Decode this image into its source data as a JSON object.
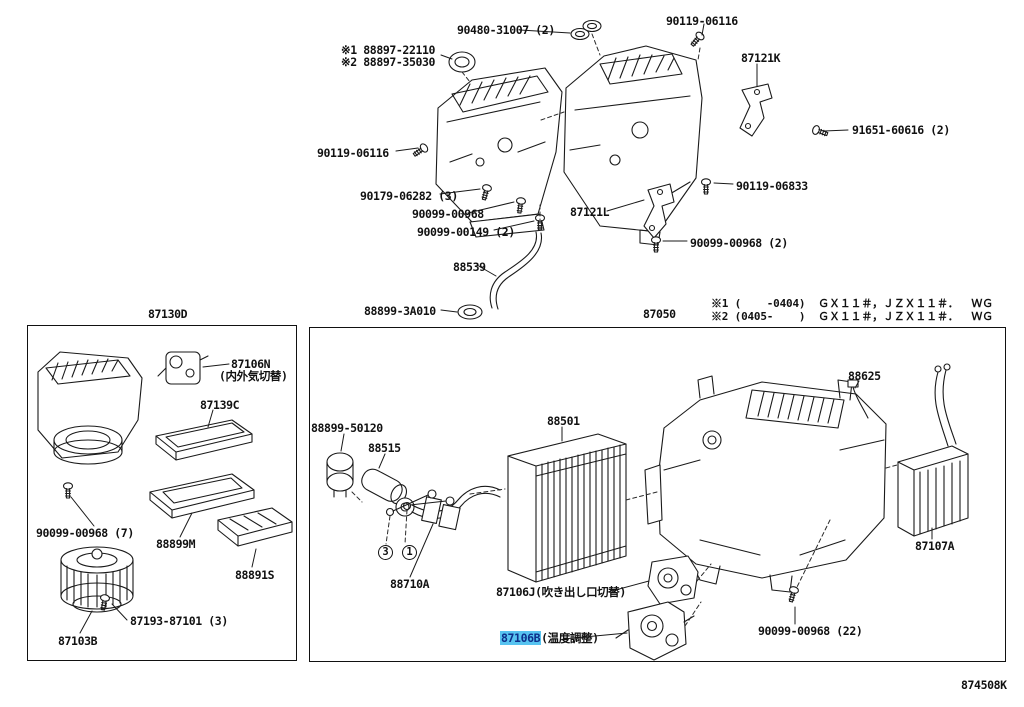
{
  "diagram_code": "874508K",
  "notes": {
    "note1": "※1 (    -0404)  ＧＸ１１＃，ＪＺＸ１１＃．  ＷＧ",
    "note2": "※2 (0405-    )  ＧＸ１１＃，ＪＺＸ１１＃．  ＷＧ"
  },
  "groups": {
    "left_box": "87130D",
    "right_box": "87050"
  },
  "parts": {
    "p90480": "90480-31007 (2)",
    "p90119_top": "90119-06116",
    "p88897_1": "※1 88897-22110",
    "p88897_2": "※2 88897-35030",
    "p87121K": "87121K",
    "p91651": "91651-60616 (2)",
    "p90119_left": "90119-06116",
    "p90119_06833": "90119-06833",
    "p90179": "90179-06282 (3)",
    "p90099_00968": "90099-00968",
    "p87121L": "87121L",
    "p90099_00149": "90099-00149 (2)",
    "p90099_00968_2": "90099-00968 (2)",
    "p88539": "88539",
    "p88899_3A010": "88899-3A010",
    "p87106N": "87106N",
    "p87106N_note": "(内外気切替)",
    "p87139C": "87139C",
    "p90099_00968_7": "90099-00968 (7)",
    "p88899M": "88899M",
    "p88891S": "88891S",
    "p87193": "87193-87101 (3)",
    "p87103B": "87103B",
    "p88899_50120": "88899-50120",
    "p88515": "88515",
    "p88501": "88501",
    "p88625": "88625",
    "p87107A": "87107A",
    "p88710A": "88710A",
    "p87106J": "87106J(吹き出し口切替)",
    "p90099_00968_22": "90099-00968 (22)"
  },
  "highlighted_part": {
    "number": "87106B",
    "note": "(温度調整)",
    "highlight_color": "#57c3f0"
  },
  "callouts": {
    "c3": "3",
    "c1": "1"
  }
}
